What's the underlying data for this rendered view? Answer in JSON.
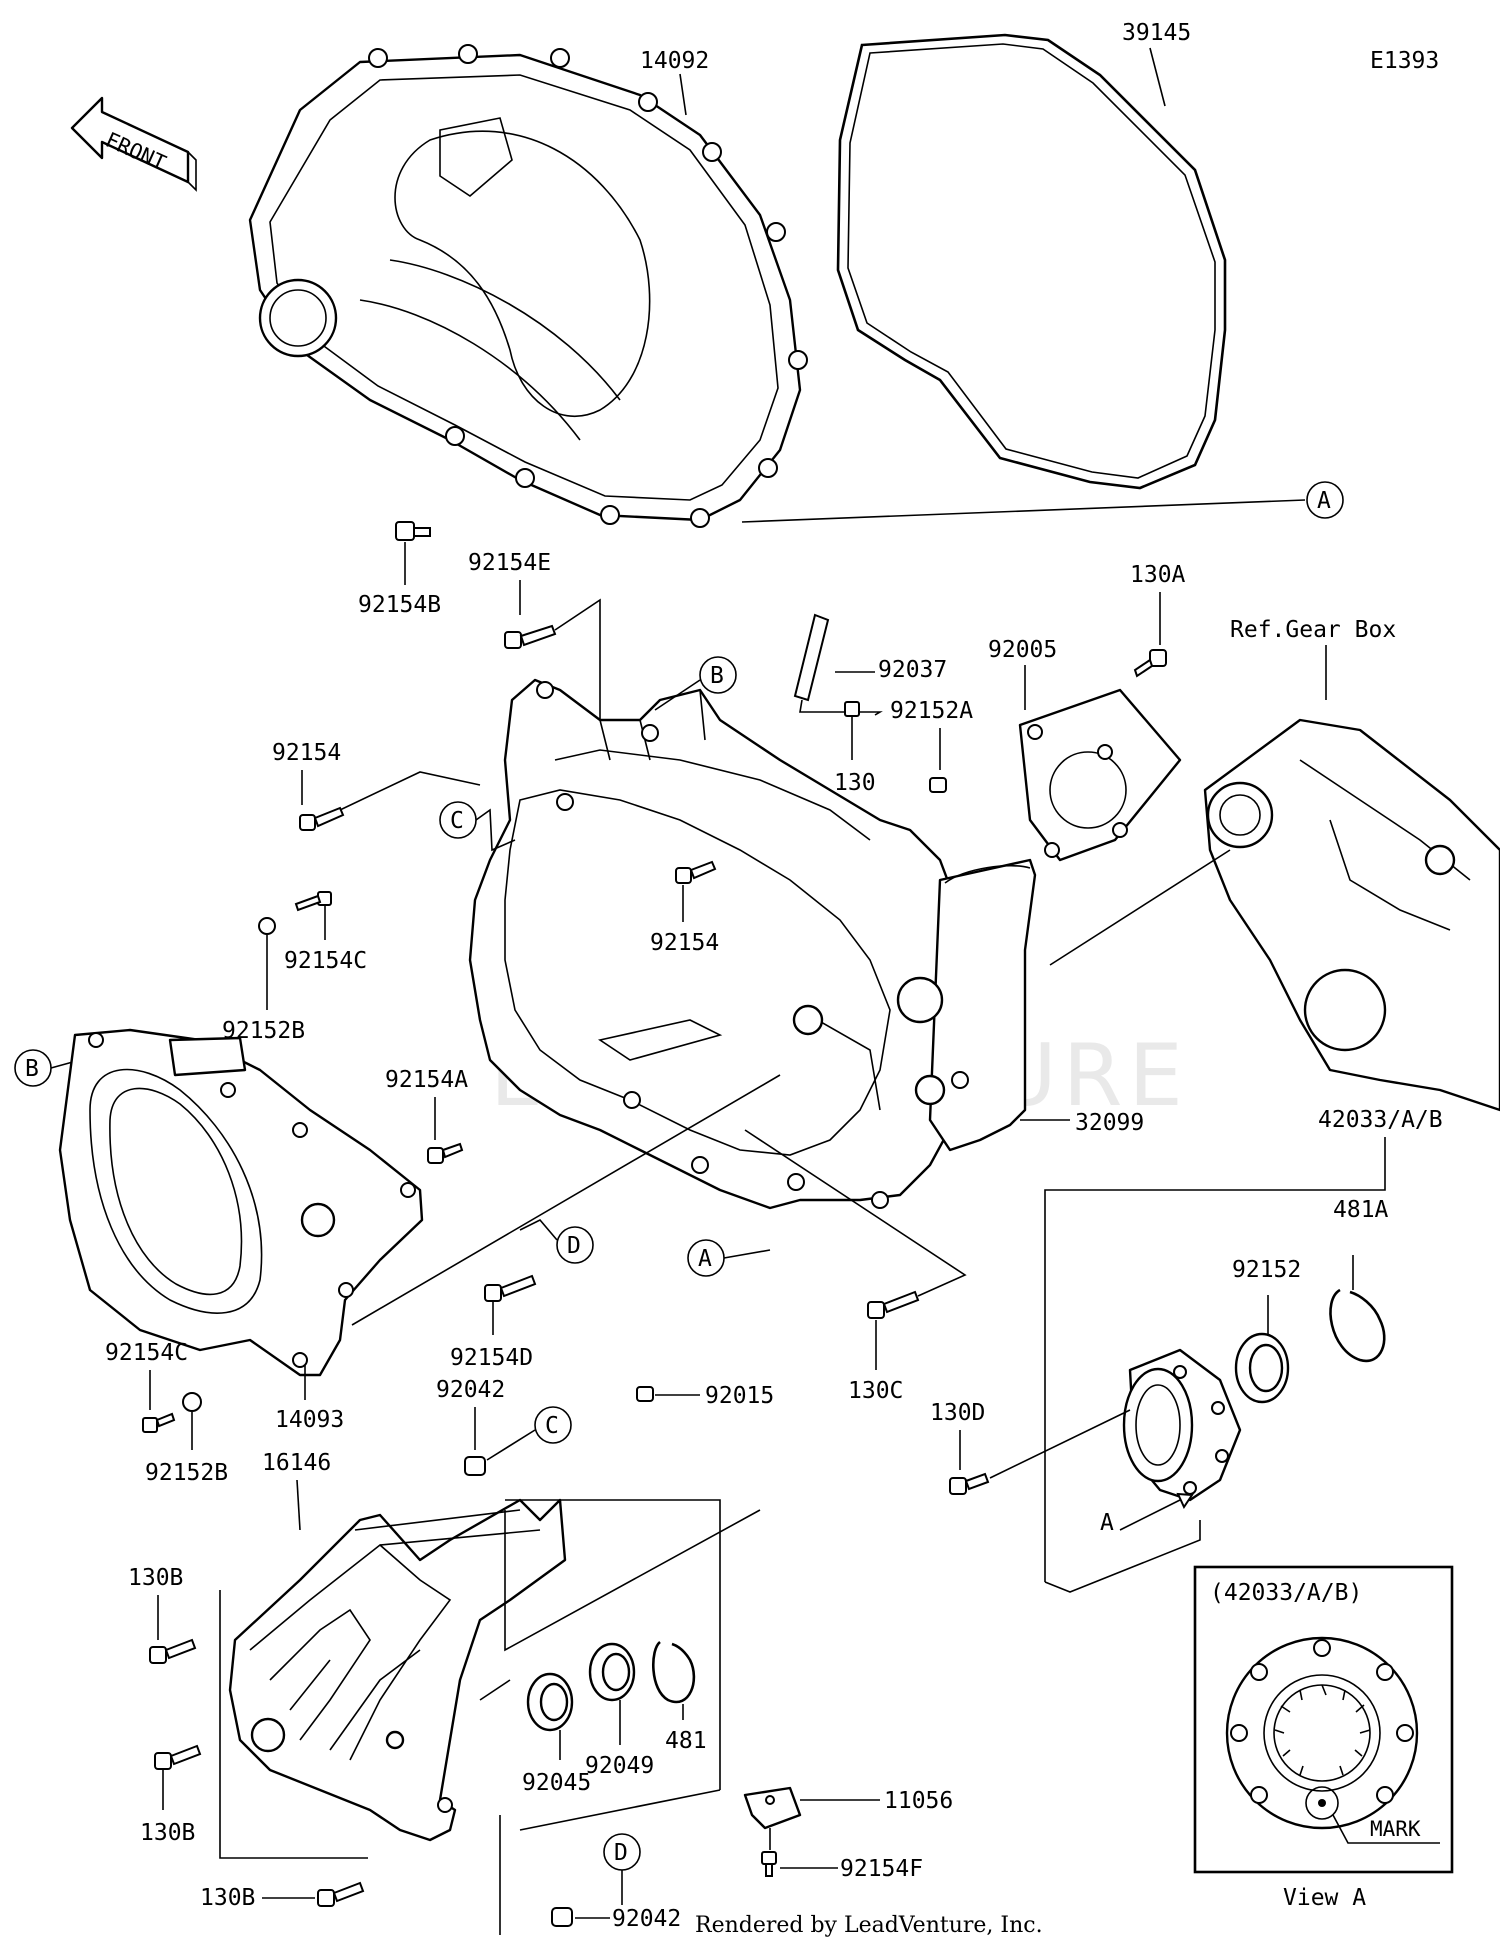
{
  "header": {
    "figure_code": "E1393"
  },
  "front_arrow": {
    "label": "FRONT"
  },
  "callouts": {
    "a": "A",
    "b": "B",
    "c": "C",
    "d": "D"
  },
  "parts": {
    "p14092": "14092",
    "p39145": "39145",
    "p92154B": "92154B",
    "p92154E": "92154E",
    "p92037": "92037",
    "p92005": "92005",
    "p130A": "130A",
    "p92152A": "92152A",
    "p130": "130",
    "p92154_top": "92154",
    "p92154_mid": "92154",
    "p92154C_top": "92154C",
    "p92152B_top": "92152B",
    "p92154A": "92154A",
    "p32099": "32099",
    "p42033": "42033/A/B",
    "p481A": "481A",
    "p92152": "92152",
    "p130D": "130D",
    "p92154D": "92154D",
    "p130C": "130C",
    "p14093": "14093",
    "p92154C_bot": "92154C",
    "p92152B_bot": "92152B",
    "p92042_top": "92042",
    "p92015": "92015",
    "p16146": "16146",
    "p130B_1": "130B",
    "p130B_2": "130B",
    "p130B_3": "130B",
    "p92045": "92045",
    "p92049": "92049",
    "p481": "481",
    "p11056": "11056",
    "p92154F": "92154F",
    "p92042_bot": "92042"
  },
  "ref_gear_box": "Ref.Gear Box",
  "view_arrow_label": "A",
  "inset": {
    "title": "(42033/A/B)",
    "mark_label": "MARK",
    "caption": "View A"
  },
  "footer": {
    "credit": "Rendered by LeadVenture, Inc."
  },
  "watermark": "LEADVENTURE"
}
